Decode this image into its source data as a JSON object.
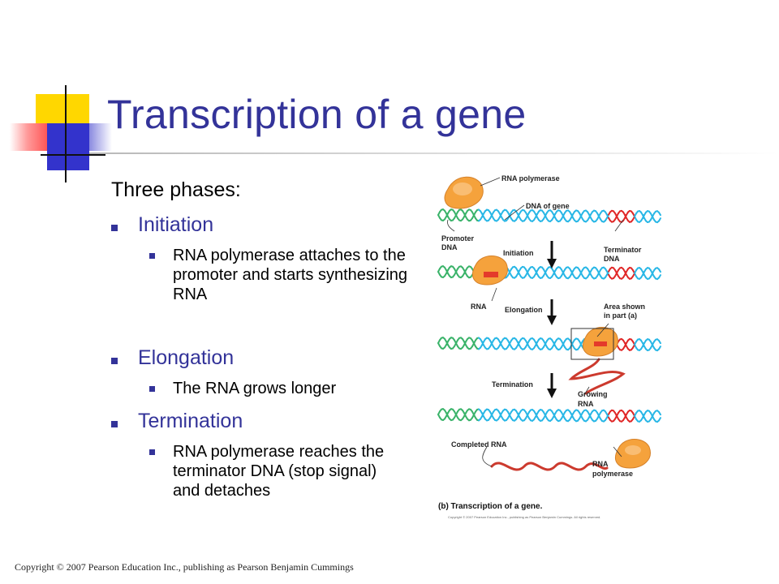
{
  "slide": {
    "title": "Transcription of a gene",
    "intro": "Three phases:",
    "phases": [
      {
        "label": "Initiation",
        "detail": "RNA polymerase attaches to the promoter and starts synthesizing RNA"
      },
      {
        "label": "Elongation",
        "detail": "The RNA grows longer"
      },
      {
        "label": "Termination",
        "detail": "RNA polymerase reaches the terminator DNA (stop signal) and detaches"
      }
    ],
    "copyright": "Copyright © 2007 Pearson Education Inc., publishing as Pearson Benjamin Cummings"
  },
  "figure": {
    "labels": {
      "rna_polymerase_top": "RNA polymerase",
      "dna_of_gene": "DNA of gene",
      "promoter_dna": [
        "Promoter",
        "DNA"
      ],
      "terminator_dna": [
        "Terminator",
        "DNA"
      ],
      "initiation": "Initiation",
      "rna": "RNA",
      "elongation": "Elongation",
      "area_shown": [
        "Area shown",
        "in part (a)"
      ],
      "termination": "Termination",
      "growing_rna": [
        "Growing",
        "RNA"
      ],
      "completed_rna": "Completed RNA",
      "rna_polymerase_bottom": [
        "RNA",
        "polymerase"
      ]
    },
    "caption": "(b) Transcription of a gene.",
    "credit": "Copyright © 2007 Pearson Education Inc., publishing as Pearson Benjamin Cummings. All rights reserved.",
    "colors": {
      "dna": "#29b7e6",
      "promoter": "#3bb36a",
      "terminator": "#e02828",
      "polymerase": "#f5a23c",
      "rna": "#cc3a2e",
      "arrow": "#111111"
    }
  }
}
